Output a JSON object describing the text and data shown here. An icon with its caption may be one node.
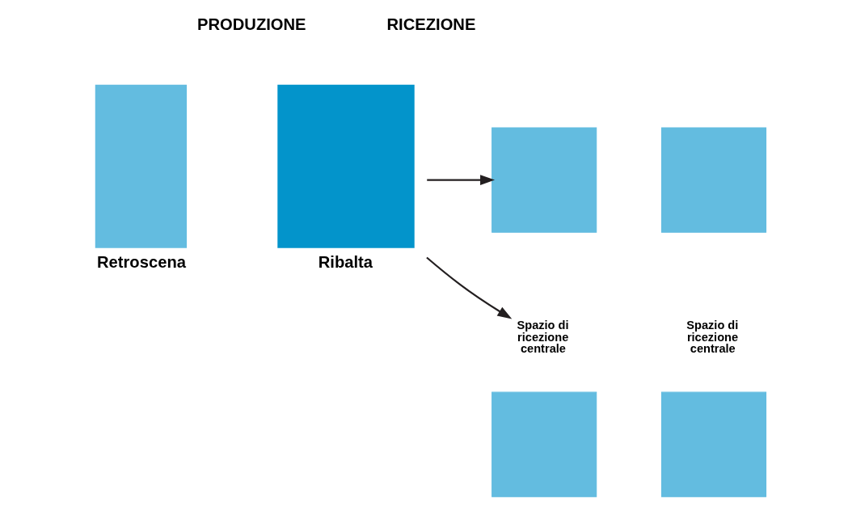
{
  "diagram": {
    "nodes": [
      {
        "text": [
          "Retroscena"
        ]
      },
      {
        "text": [
          "Ribalta"
        ]
      },
      {
        "text": [],
        "shape": "box"
      },
      {
        "text": [],
        "shape": "box"
      },
      {
        "text": [
          "Spazio di ricezione centrale"
        ]
      },
      {
        "text": [],
        "shape": "box"
      },
      {
        "text": [],
        "shape": "box"
      }
    ],
    "edges": [
      {
        "from": 1,
        "to": 2,
        "arrow": "to"
      },
      {
        "from": 1,
        "to": 4,
        "arrow": "to"
      }
    ],
    "labels": [
      "PRODUZIONE",
      "RICEZIONE",
      "Spazio di ricezione centrale"
    ]
  }
}
